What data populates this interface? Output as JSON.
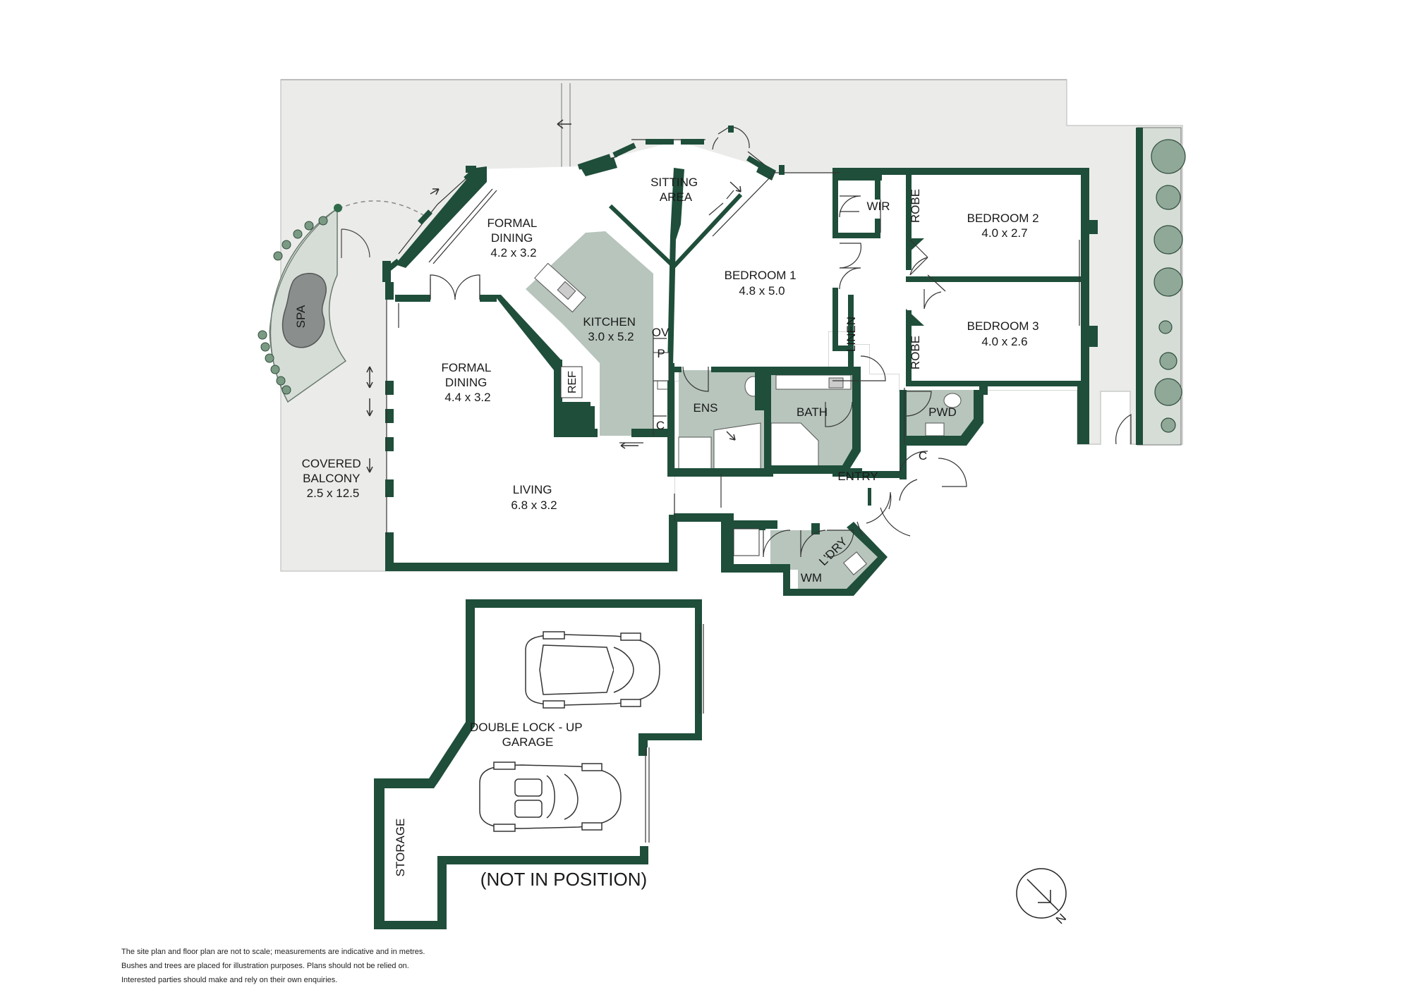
{
  "colors": {
    "wall": "#1f4e3b",
    "outdoor": "#ebecea",
    "wet_area": "#b7c5bc",
    "planter": "#d6ddd7",
    "garage_floor": "#ffffff"
  },
  "rooms": {
    "sitting_area": [
      "SITTING",
      "AREA"
    ],
    "formal_dining_1": [
      "FORMAL",
      "DINING",
      "4.2 x 3.2"
    ],
    "formal_dining_2": [
      "FORMAL",
      "DINING",
      "4.4 x 3.2"
    ],
    "kitchen": [
      "KITCHEN",
      "3.0 x 5.2"
    ],
    "bedroom_1": [
      "BEDROOM 1",
      "4.8 x 5.0"
    ],
    "bedroom_2": [
      "BEDROOM 2",
      "4.0 x 2.7"
    ],
    "bedroom_3": [
      "BEDROOM 3",
      "4.0 x 2.6"
    ],
    "living": [
      "LIVING",
      "6.8 x 3.2"
    ],
    "covered_balcony": [
      "COVERED",
      "BALCONY",
      "2.5 x 12.5"
    ],
    "ens": "ENS",
    "bath": "BATH",
    "pwd": "PWD",
    "entry": "ENTRY",
    "wir": "WIR",
    "robe_1": "ROBE",
    "robe_2": "ROBE",
    "linen": "LINEN",
    "ov": "OV",
    "p": "P",
    "ref": "REF",
    "c_ens": "C",
    "c_entry": "C",
    "laundry": "L'DRY",
    "wm": "WM",
    "spa": "SPA",
    "garage": [
      "DOUBLE LOCK - UP",
      "GARAGE"
    ],
    "storage": "STORAGE"
  },
  "not_in_position": "(NOT IN POSITION)",
  "compass_letter": "N",
  "disclaimer": [
    "The site plan and floor plan are not to scale; measurements are indicative and in metres.",
    "Bushes and trees are placed for illustration purposes. Plans should not be relied on.",
    "Interested parties should make and rely on their own enquiries."
  ]
}
